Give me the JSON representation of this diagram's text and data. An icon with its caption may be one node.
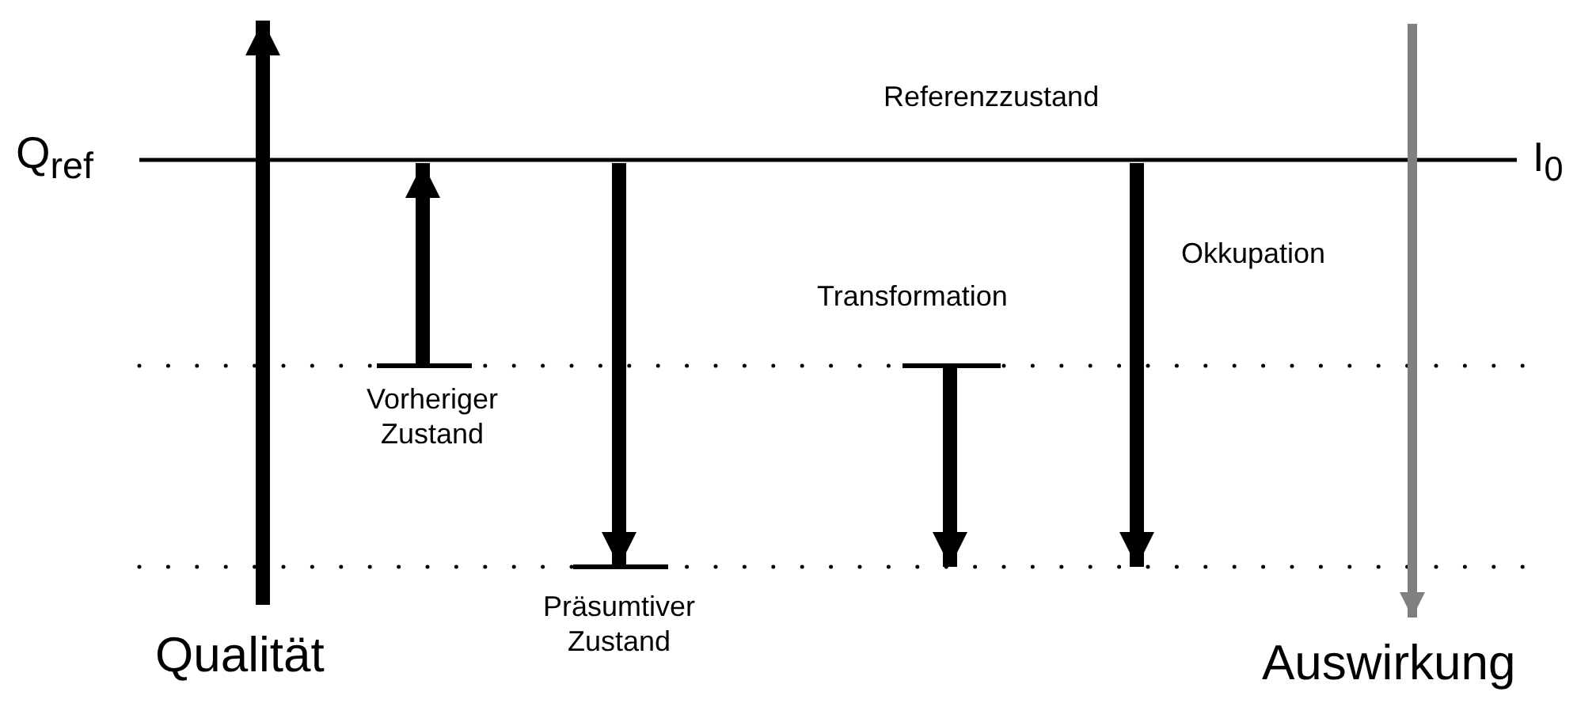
{
  "diagram": {
    "labels": [
      "Referenzzustand",
      "Q$_{ref}$",
      "I$_{0}$",
      "Okkupation",
      "Transformation",
      "Vorheriger Zustand",
      "Präsumtiver Zustand",
      "Qualität",
      "Auswirkung"
    ]
  }
}
